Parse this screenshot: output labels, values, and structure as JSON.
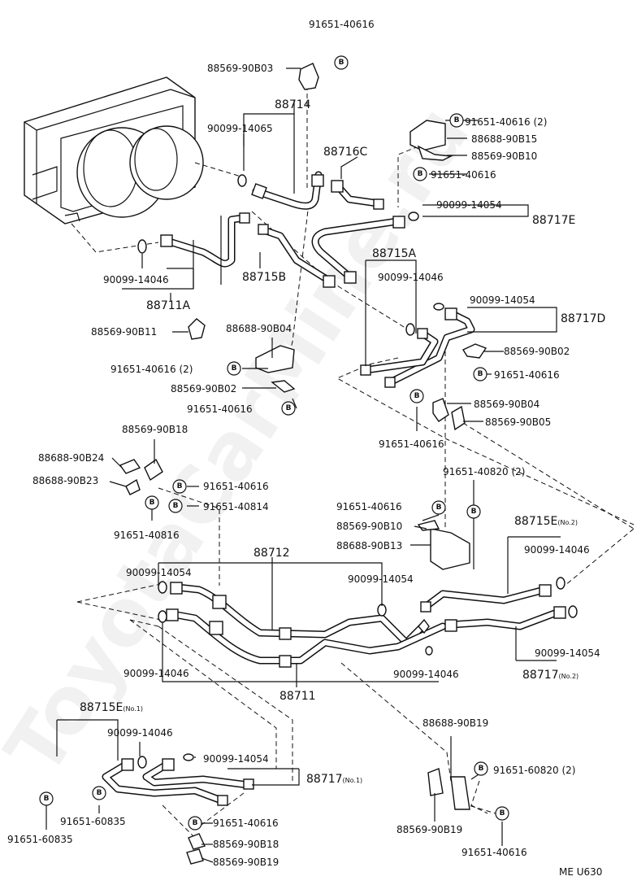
{
  "labels": {
    "p91651_40616_top": "91651-40616",
    "p88569_90B03": "88569-90B03",
    "p88714": "88714",
    "p90099_14065": "90099-14065",
    "p88716C": "88716C",
    "p91651_40616_2_top": "91651-40616 (2)",
    "p88688_90B15": "88688-90B15",
    "p88569_90B10_top": "88569-90B10",
    "p91651_40616_b": "91651-40616",
    "p90099_14054_a": "90099-14054",
    "p88717E": "88717E",
    "p90099_14046_a": "90099-14046",
    "p88711A": "88711A",
    "p88715B": "88715B",
    "p88715A": "88715A",
    "p90099_14046_b": "90099-14046",
    "p90099_14054_b": "90099-14054",
    "p88717D": "88717D",
    "p88569_90B11": "88569-90B11",
    "p88688_90B04": "88688-90B04",
    "p88569_90B02_a": "88569-90B02",
    "p91651_40616_2_mid": "91651-40616 (2)",
    "p91651_40616_c": "91651-40616",
    "p88569_90B02_b": "88569-90B02",
    "p91651_40616_d": "91651-40616",
    "p88569_90B04": "88569-90B04",
    "p88569_90B05": "88569-90B05",
    "p91651_40616_e": "91651-40616",
    "p88569_90B18_a": "88569-90B18",
    "p88688_90B24": "88688-90B24",
    "p91651_40616_f": "91651-40616",
    "p88688_90B23": "88688-90B23",
    "p91651_40814": "91651-40814",
    "p91651_40816": "91651-40816",
    "p91651_40820_2": "91651-40820 (2)",
    "p91651_40616_g": "91651-40616",
    "p88569_90B10_b": "88569-90B10",
    "p88688_90B13": "88688-90B13",
    "p88715E_no2": "88715E",
    "no2_a": "(No.2)",
    "p88712": "88712",
    "p90099_14054_c": "90099-14054",
    "p90099_14046_c": "90099-14046",
    "p90099_14054_d": "90099-14054",
    "p90099_14046_d": "90099-14046",
    "p90099_14046_e": "90099-14046",
    "p90099_14054_e": "90099-14054",
    "p88717_no2": "88717",
    "no2_b": "(No.2)",
    "p88711": "88711",
    "p88715E_no1": "88715E",
    "no1_a": "(No.1)",
    "p90099_14046_f": "90099-14046",
    "p90099_14054_f": "90099-14054",
    "p88717_no1": "88717",
    "no1_b": "(No.1)",
    "p88688_90B19": "88688-90B19",
    "p91651_60820_2": "91651-60820 (2)",
    "p91651_60835_a": "91651-60835",
    "p91651_60835_b": "91651-60835",
    "p91651_40616_h": "91651-40616",
    "p88569_90B18_b": "88569-90B18",
    "p88569_90B19_a": "88569-90B19",
    "p88569_90B19_b": "88569-90B19",
    "p91651_40616_i": "91651-40616",
    "code": "ME U630",
    "bolt_mark": "B"
  },
  "watermark": "ToyotaCarMine.ru"
}
